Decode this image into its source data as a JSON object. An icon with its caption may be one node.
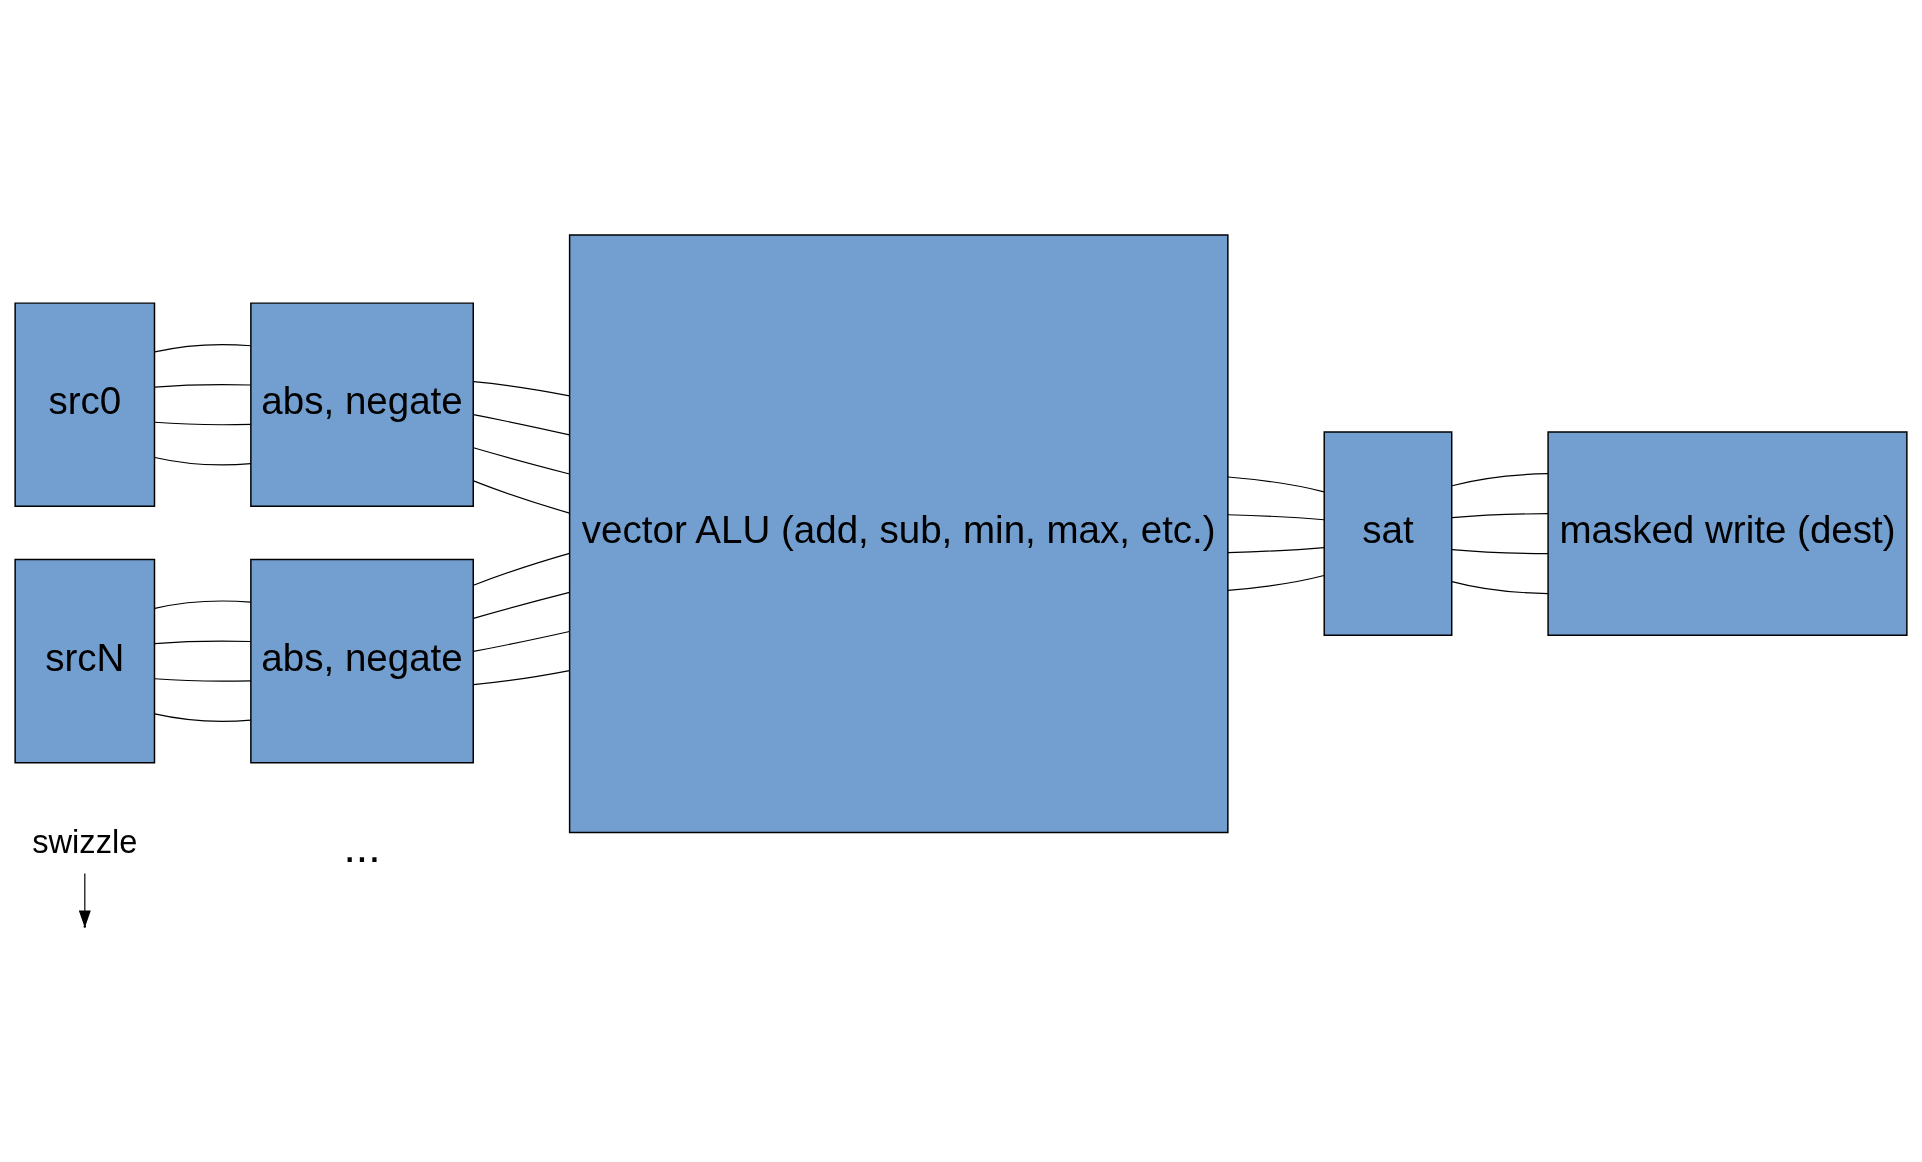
{
  "diagram": {
    "nodes": [
      {
        "text": [
          "src0"
        ]
      },
      {
        "text": [
          "abs, negate"
        ]
      },
      {
        "text": [
          "srcN"
        ]
      },
      {
        "text": [
          "abs, negate"
        ]
      },
      {
        "text": [
          "vector ALU (add, sub, min, max, etc.)"
        ]
      },
      {
        "text": [
          "sat"
        ]
      },
      {
        "text": [
          "masked write (dest)"
        ]
      },
      {
        "text": [
          "swizzle"
        ]
      }
    ],
    "edges": [
      {
        "from": 0,
        "to": 1,
        "arrow": "none"
      },
      {
        "from": 0,
        "to": 1,
        "arrow": "none"
      },
      {
        "from": 0,
        "to": 1,
        "arrow": "none"
      },
      {
        "from": 0,
        "to": 1,
        "arrow": "none"
      },
      {
        "from": 1,
        "to": 4,
        "arrow": "none"
      },
      {
        "from": 1,
        "to": 4,
        "arrow": "none"
      },
      {
        "from": 1,
        "to": 4,
        "arrow": "none"
      },
      {
        "from": 1,
        "to": 4,
        "arrow": "none"
      },
      {
        "from": 2,
        "to": 3,
        "arrow": "none"
      },
      {
        "from": 2,
        "to": 3,
        "arrow": "none"
      },
      {
        "from": 2,
        "to": 3,
        "arrow": "none"
      },
      {
        "from": 2,
        "to": 3,
        "arrow": "none"
      },
      {
        "from": 3,
        "to": 4,
        "arrow": "none"
      },
      {
        "from": 3,
        "to": 4,
        "arrow": "none"
      },
      {
        "from": 3,
        "to": 4,
        "arrow": "none"
      },
      {
        "from": 3,
        "to": 4,
        "arrow": "none"
      },
      {
        "from": 4,
        "to": 5,
        "arrow": "none"
      },
      {
        "from": 4,
        "to": 5,
        "arrow": "none"
      },
      {
        "from": 4,
        "to": 5,
        "arrow": "none"
      },
      {
        "from": 4,
        "to": 5,
        "arrow": "none"
      },
      {
        "from": 5,
        "to": 6,
        "arrow": "none"
      },
      {
        "from": 5,
        "to": 6,
        "arrow": "none"
      },
      {
        "from": 5,
        "to": 6,
        "arrow": "none"
      },
      {
        "from": 5,
        "to": 6,
        "arrow": "none"
      },
      {
        "from": 7,
        "to": null,
        "arrow": "to"
      }
    ],
    "labels": [
      "..."
    ]
  }
}
